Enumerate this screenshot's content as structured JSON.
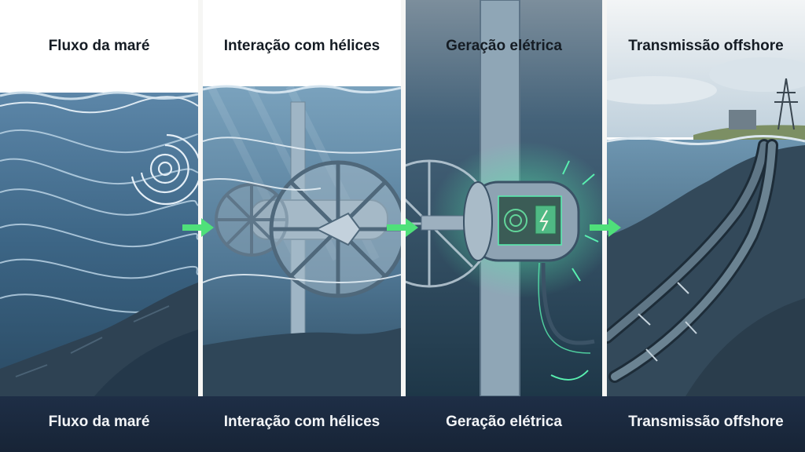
{
  "panels": [
    {
      "title": "Fluxo da maré"
    },
    {
      "title": "Interação com hélices"
    },
    {
      "title": "Geração elétrica"
    },
    {
      "title": "Transmissão offshore"
    }
  ],
  "captions": [
    "Fluxo da maré",
    "Interação com hélices",
    "Geração elétrica",
    "Transmissão offshore"
  ],
  "colors": {
    "accent_arrow": "#4fe07a",
    "glow": "#59f0b0",
    "caption_bar": "#1b2a40",
    "water_dark": "#1f3a50"
  },
  "icons": {
    "flow_arrow": "arrow-right-icon"
  }
}
